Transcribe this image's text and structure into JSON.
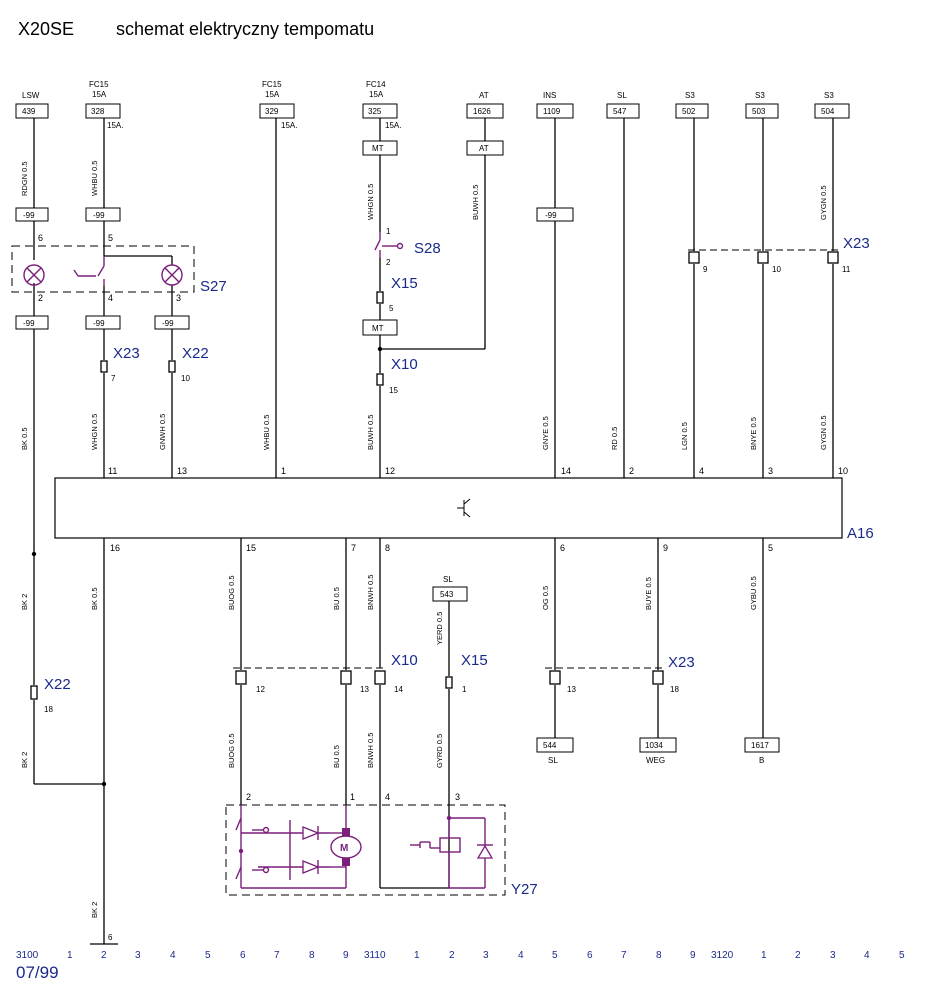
{
  "header": {
    "model": "X20SE",
    "title": "schemat elektryczny tempomatu"
  },
  "top_supplies": [
    {
      "top": "LSW",
      "top2": "",
      "box": "439",
      "side": ""
    },
    {
      "top": "FC15",
      "top2": "15A",
      "box": "328",
      "side": "15A."
    },
    {
      "top": "FC15",
      "top2": "15A",
      "box": "329",
      "side": "15A."
    },
    {
      "top": "FC14",
      "top2": "15A",
      "box": "325",
      "side": "15A."
    },
    {
      "top": "AT",
      "top2": "",
      "box": "1626",
      "side": ""
    },
    {
      "top": "INS",
      "top2": "",
      "box": "1109",
      "side": ""
    },
    {
      "top": "SL",
      "top2": "",
      "box": "547",
      "side": ""
    },
    {
      "top": "S3",
      "top2": "",
      "box": "502",
      "side": ""
    },
    {
      "top": "S3",
      "top2": "",
      "box": "503",
      "side": ""
    },
    {
      "top": "S3",
      "top2": "",
      "box": "504",
      "side": ""
    }
  ],
  "code_boxes": {
    "minus99": "-99",
    "mt": "MT",
    "at": "AT",
    "sl": "SL",
    "b543": "543"
  },
  "wire_colors": {
    "w1": "RDGN 0.5",
    "w2": "WHBU 0.5",
    "w3": "WHGN 0.5",
    "w4": "BUWH 0.5",
    "w5": "GYGN 0.5",
    "w6": "BK 0.5",
    "w7": "WHGN 0.5",
    "w8": "GNWH 0.5",
    "w9": "WHBU 0.5",
    "w10": "BUWH 0.5",
    "w11": "GNYE 0.5",
    "w12": "RD 0.5",
    "w13": "LGN 0.5",
    "w14": "BNYE 0.5",
    "w15": "GYGN 0.5",
    "w16": "BK 2",
    "w17": "BK 0.5",
    "w18": "BUOG 0.5",
    "w19": "BU 0.5",
    "w20": "BNWH 0.5",
    "w21": "YERD 0.5",
    "w22": "OG 0.5",
    "w23": "BUYE 0.5",
    "w24": "GYBU 0.5",
    "w25": "BK 2",
    "w26": "BUOG 0.5",
    "w27": "BU 0.5",
    "w28": "BNWH 0.5",
    "w29": "GYRD 0.5",
    "w30": "BK 2"
  },
  "components": {
    "s27": "S27",
    "s28": "S28",
    "x15a": "X15",
    "x10a": "X10",
    "x23a": "X23",
    "x22a": "X22",
    "x23b": "X23",
    "a16": "A16",
    "x10b": "X10",
    "x15b": "X15",
    "x23c": "X23",
    "x22b": "X22",
    "y27": "Y27"
  },
  "pins": {
    "s27_6": "6",
    "s27_5": "5",
    "s27_2": "2",
    "s27_4": "4",
    "s27_3": "3",
    "s28_1": "1",
    "s28_2": "2",
    "x15_5": "5",
    "x10_15": "15",
    "x23_7": "7",
    "x22_10": "10",
    "x23_9": "9",
    "x23_10": "10",
    "x23_11": "11",
    "a11": "11",
    "a13": "13",
    "a1": "1",
    "a12": "12",
    "a14": "14",
    "a2": "2",
    "a4": "4",
    "a3": "3",
    "a10": "10",
    "a16": "16",
    "a15": "15",
    "a7": "7",
    "a8": "8",
    "a6": "6",
    "a9": "9",
    "a5": "5",
    "x10_12": "12",
    "x10_13": "13",
    "x10_14": "14",
    "x15_1": "1",
    "x23_13": "13",
    "x23_18": "18",
    "x22_18": "18",
    "y2": "2",
    "y1": "1",
    "y4": "4",
    "y3": "3",
    "g6": "6"
  },
  "bottom_targets": [
    {
      "box": "544",
      "label": "SL"
    },
    {
      "box": "1034",
      "label": "WEG"
    },
    {
      "box": "1617",
      "label": "B"
    }
  ],
  "footer": {
    "ref1": "3100",
    "ref2": "3110",
    "ref3": "3120",
    "row1": [
      "1",
      "2",
      "3",
      "4",
      "5",
      "6",
      "7",
      "8",
      "9"
    ],
    "row2": [
      "1",
      "2",
      "3",
      "4",
      "5",
      "6",
      "7",
      "8",
      "9"
    ],
    "row3": [
      "1",
      "2",
      "3",
      "4",
      "5"
    ],
    "date": "07/99"
  },
  "colors": {
    "wire": "#000000",
    "component": "#7a1f7a",
    "label": "#1a2a8a"
  }
}
